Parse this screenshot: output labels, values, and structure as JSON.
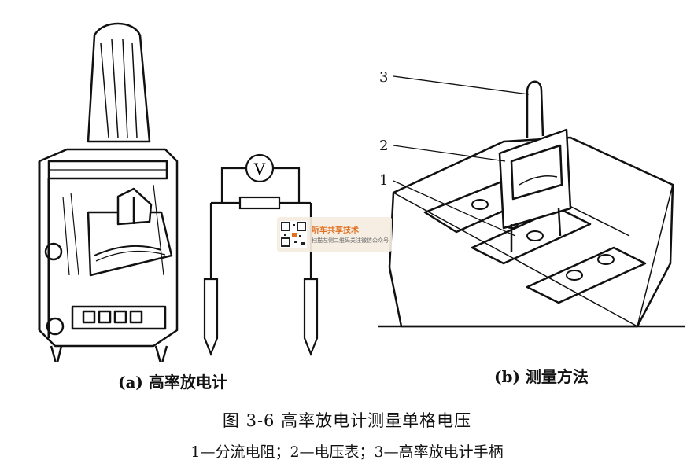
{
  "figure": {
    "panel_a": {
      "caption": "(a) 高率放电计"
    },
    "panel_b": {
      "caption": "(b) 测量方法",
      "callouts": [
        "3",
        "2",
        "1"
      ]
    },
    "meter_symbol": "V",
    "title": "图 3-6   高率放电计测量单格电压",
    "legend": "1—分流电阻；2—电压表；3—高率放电计手柄"
  },
  "watermark": {
    "title": "听车共享技术",
    "subtitle": "扫描左侧二维码关注微信公众号"
  }
}
